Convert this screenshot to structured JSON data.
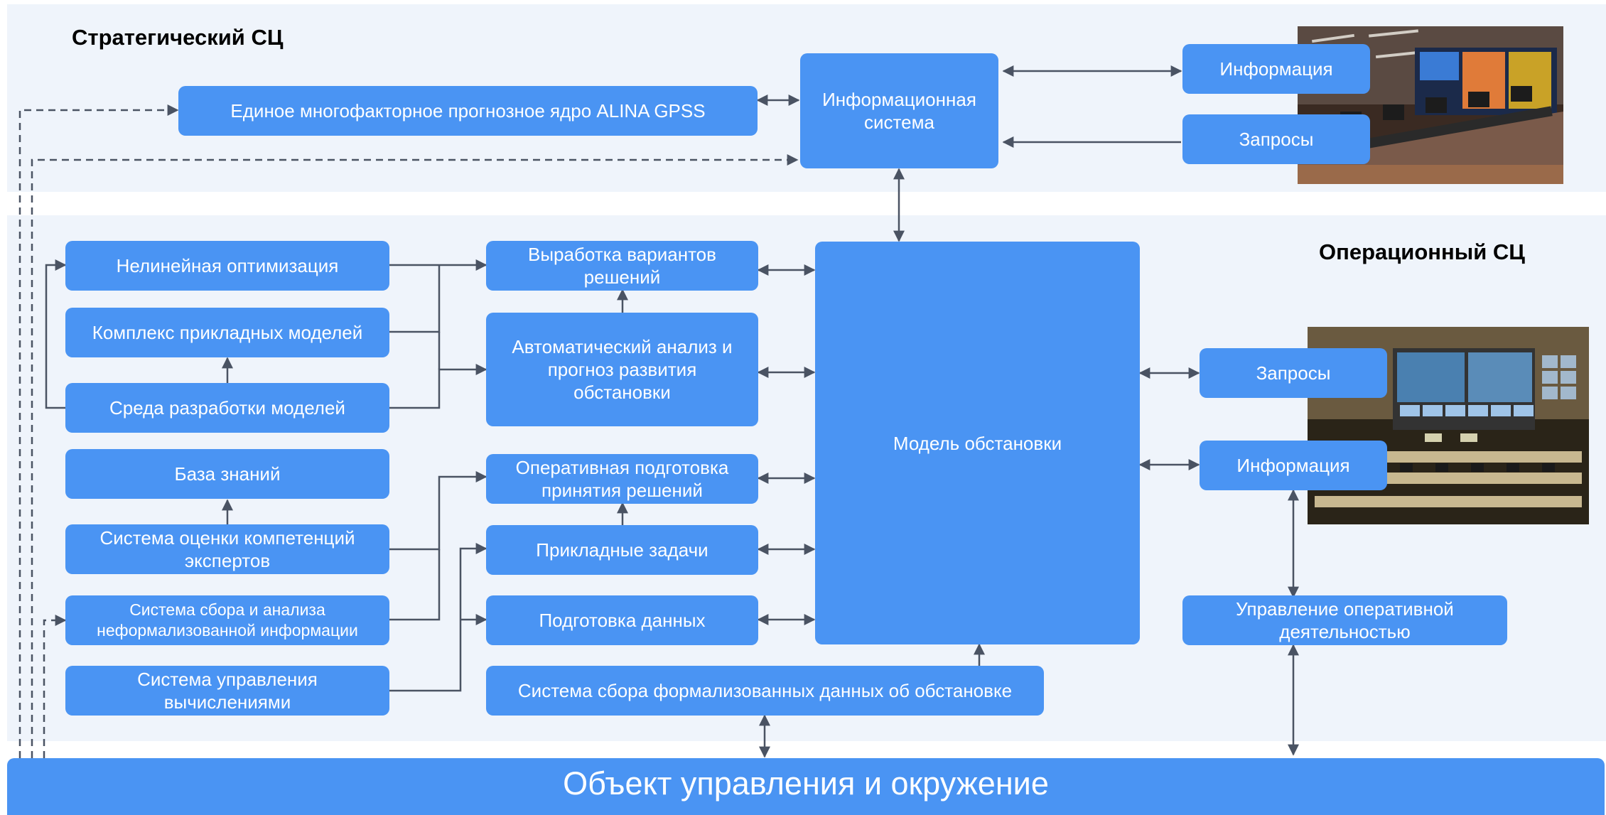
{
  "strategic": {
    "title": "Стратегический СЦ"
  },
  "operational": {
    "title": "Операционный СЦ"
  },
  "boxes": {
    "alina": "Единое многофакторное прогнозное ядро ALINA GPSS",
    "info_system": "Информационная\nсистема",
    "top_information": "Информация",
    "top_requests": "Запросы",
    "nonlinear_opt": "Нелинейная оптимизация",
    "applied_models": "Комплекс прикладных моделей",
    "model_dev_env": "Среда разработки моделей",
    "knowledge_base": "База знаний",
    "expert_eval": "Система оценки компетенций\nэкспертов",
    "informal_info": "Система сбора и анализа\nнеформализованной информации",
    "compute_mgmt": "Система управления\nвычислениями",
    "decision_variants": "Выработка вариантов\nрешений",
    "auto_analysis": "Автоматический анализ и\nпрогноз развития\nобстановки",
    "operative_prep": "Оперативная подготовка\nпринятия решений",
    "applied_tasks": "Прикладные задачи",
    "data_prep": "Подготовка данных",
    "formal_data": "Система сбора формализованных данных об обстановке",
    "situation_model": "Модель обстановки",
    "op_requests": "Запросы",
    "op_information": "Информация",
    "op_management": "Управление оперативной\nдеятельностью"
  },
  "bottom": {
    "label": "Объект управления и окружение"
  },
  "colors": {
    "box": "#4a94f3",
    "zone_bg": "#eff4fb",
    "connector": "#4a5363"
  },
  "images": {
    "strategic_photo": "control-room-photo",
    "operational_photo": "situation-room-photo"
  }
}
